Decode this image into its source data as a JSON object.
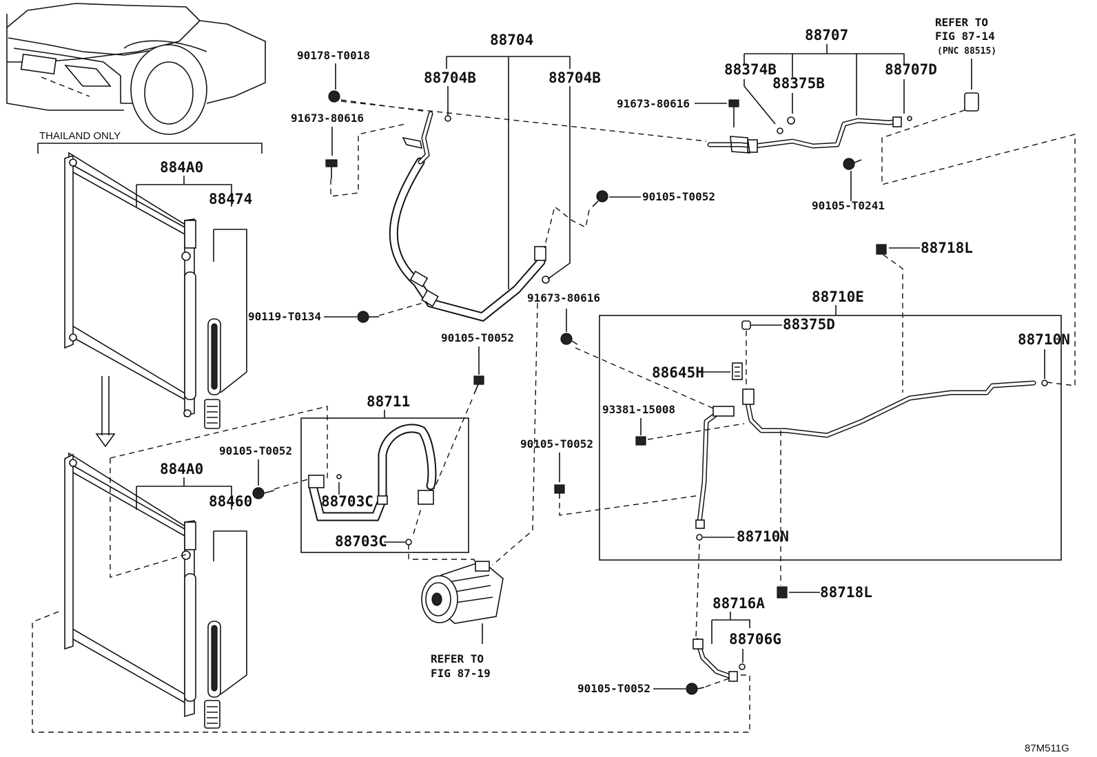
{
  "figure_code": "87M511G",
  "region_note": "THAILAND ONLY",
  "refer_compressor": {
    "line1": "REFER TO",
    "line2": "FIG 87-19"
  },
  "refer_top": {
    "line1": "REFER TO",
    "line2": "FIG 87-14",
    "line3": "(PNC 88515)"
  },
  "labels": {
    "p88704": "88704",
    "p88704B_left": "88704B",
    "p88704B_right": "88704B",
    "p88707": "88707",
    "p88374B": "88374B",
    "p88375B": "88375B",
    "p88707D": "88707D",
    "p90178": "90178-T0018",
    "p91673_a": "91673-80616",
    "p91673_b": "91673-80616",
    "p91673_c": "91673-80616",
    "p90105_a": "90105-T0052",
    "p90105_b": "90105-T0052",
    "p90105_c": "90105-T0052",
    "p90105_d": "90105-T0052",
    "p90105_e": "90105-T0052",
    "p90105_t0241": "90105-T0241",
    "p90119": "90119-T0134",
    "p884A0_top": "884A0",
    "p884A0_bot": "884A0",
    "p88474": "88474",
    "p88460": "88460",
    "p88711": "88711",
    "p88703C_a": "88703C",
    "p88703C_b": "88703C",
    "p88718L_top": "88718L",
    "p88718L_bot": "88718L",
    "p88710E": "88710E",
    "p88375D": "88375D",
    "p88710N_right": "88710N",
    "p88710N_bot": "88710N",
    "p88645H": "88645H",
    "p93381": "93381-15008",
    "p88716A": "88716A",
    "p88706G": "88706G"
  }
}
